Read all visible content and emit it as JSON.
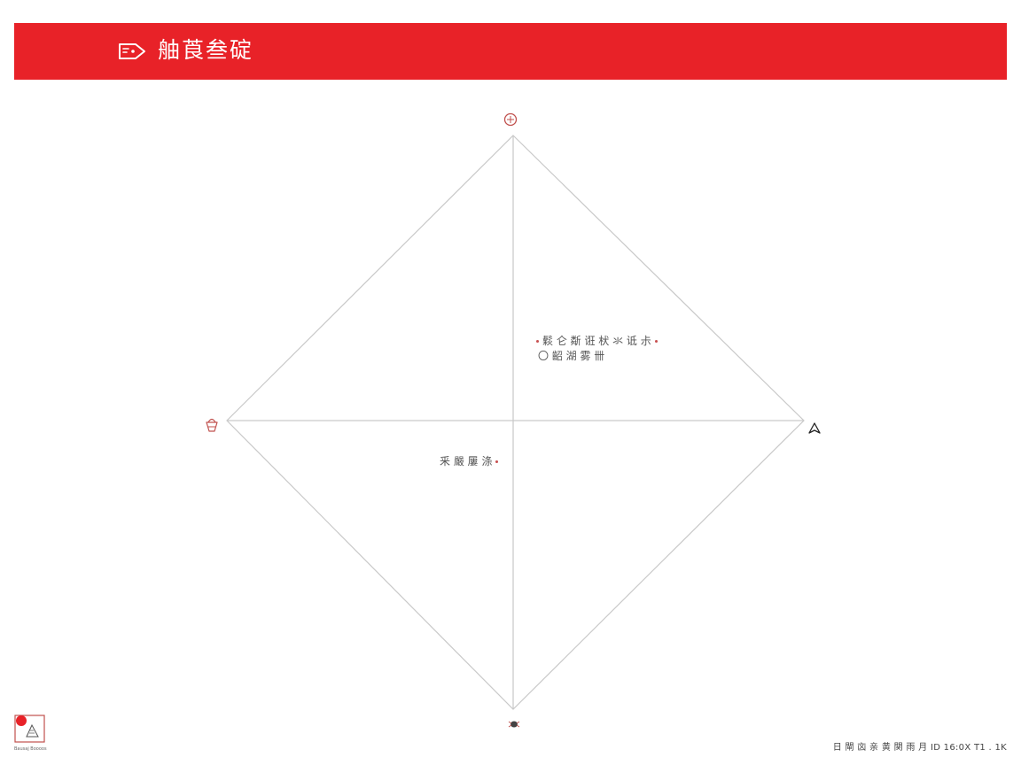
{
  "header": {
    "title": "舳莨叁碇",
    "background_color": "#e82228",
    "icon": "tag-icon"
  },
  "diagram": {
    "shape": "diamond",
    "line_color": "#c9c9c9",
    "vertices": {
      "top": {
        "icon": "orange-circle-icon"
      },
      "left": {
        "icon": "basket-icon"
      },
      "right": {
        "icon": "arrow-up-icon"
      },
      "bottom": {
        "icon": "bug-icon"
      }
    },
    "notes": {
      "upper_right_line1": "鬏 仑 斴 诳 枤 氺 诋 尗",
      "upper_right_line2": "〇 齠 湖 雾 卌",
      "lower_left": "釆 嚴 屢 涤"
    }
  },
  "seal": {
    "icon": "seal-stamp-icon",
    "caption": "Bausaj Boooos"
  },
  "footer": {
    "text": "日 閘 㐫 亲 黄 関 雨 月  ID  16:0X T1 . 1K"
  }
}
